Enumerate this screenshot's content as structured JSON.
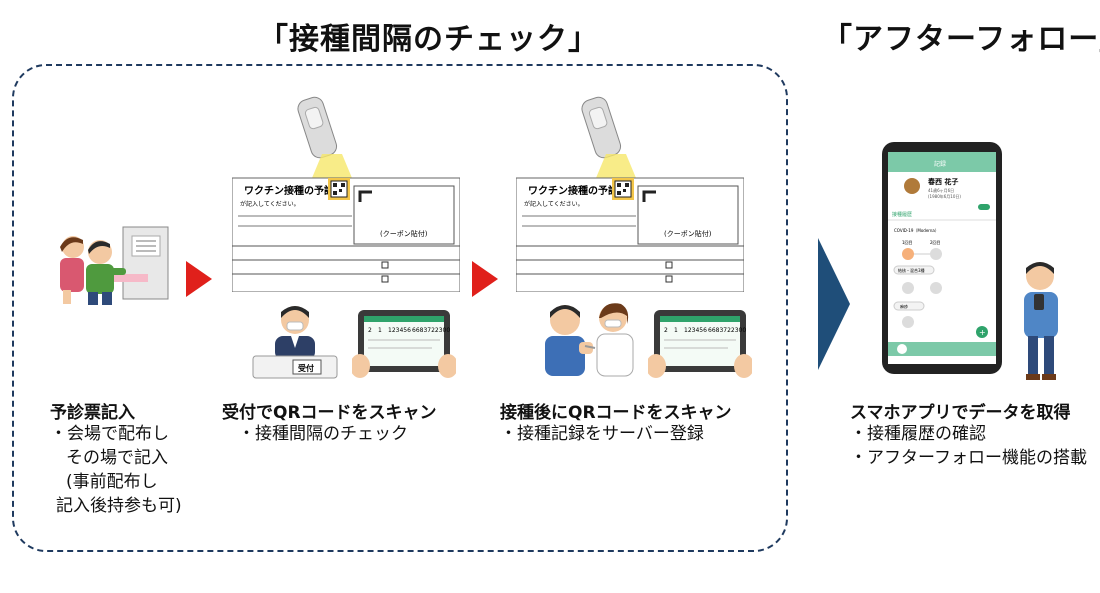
{
  "titles": {
    "check": "「接種間隔のチェック」",
    "follow": "「アフターフォロー」"
  },
  "steps": [
    {
      "title": "予診票記入",
      "lines": [
        "・会場で配布し",
        "その場で記入",
        "(事前配布し",
        "記入後持参も可)"
      ]
    },
    {
      "title": "受付でQRコードをスキャン",
      "lines": [
        "・接種間隔のチェック"
      ]
    },
    {
      "title": "接種後にQRコードをスキャン",
      "lines": [
        "・接種記録をサーバー登録"
      ]
    },
    {
      "title": "スマホアプリでデータを取得",
      "lines": [
        "・接種履歴の確認",
        "・アフターフォロー機能の搭載"
      ]
    }
  ],
  "form": {
    "title": "ワクチン接種の予診票",
    "subtitle": "が記入してください。",
    "coupon": "(クーポン貼付)"
  },
  "tablet": {
    "nums": [
      "2",
      "1",
      "123456",
      "6683722300"
    ]
  },
  "reception": {
    "sign": "受付"
  },
  "phone": {
    "header": "記録",
    "name": "春西 花子",
    "sub1": "41歳6ヶ月6日",
    "sub2": "(1980年6月10日)",
    "section": "接種履歴",
    "vaccine": "COVID-19（Moderna）",
    "dose1": "1回目",
    "dose2": "2回目",
    "chip2": "結核・混合3種",
    "chip3": "麻疹"
  },
  "colors": {
    "dashed": "#1f3a5f",
    "red_arrow": "#e0201b",
    "blue_chevron": "#1f4e79",
    "app_green": "#7cc9a8"
  }
}
